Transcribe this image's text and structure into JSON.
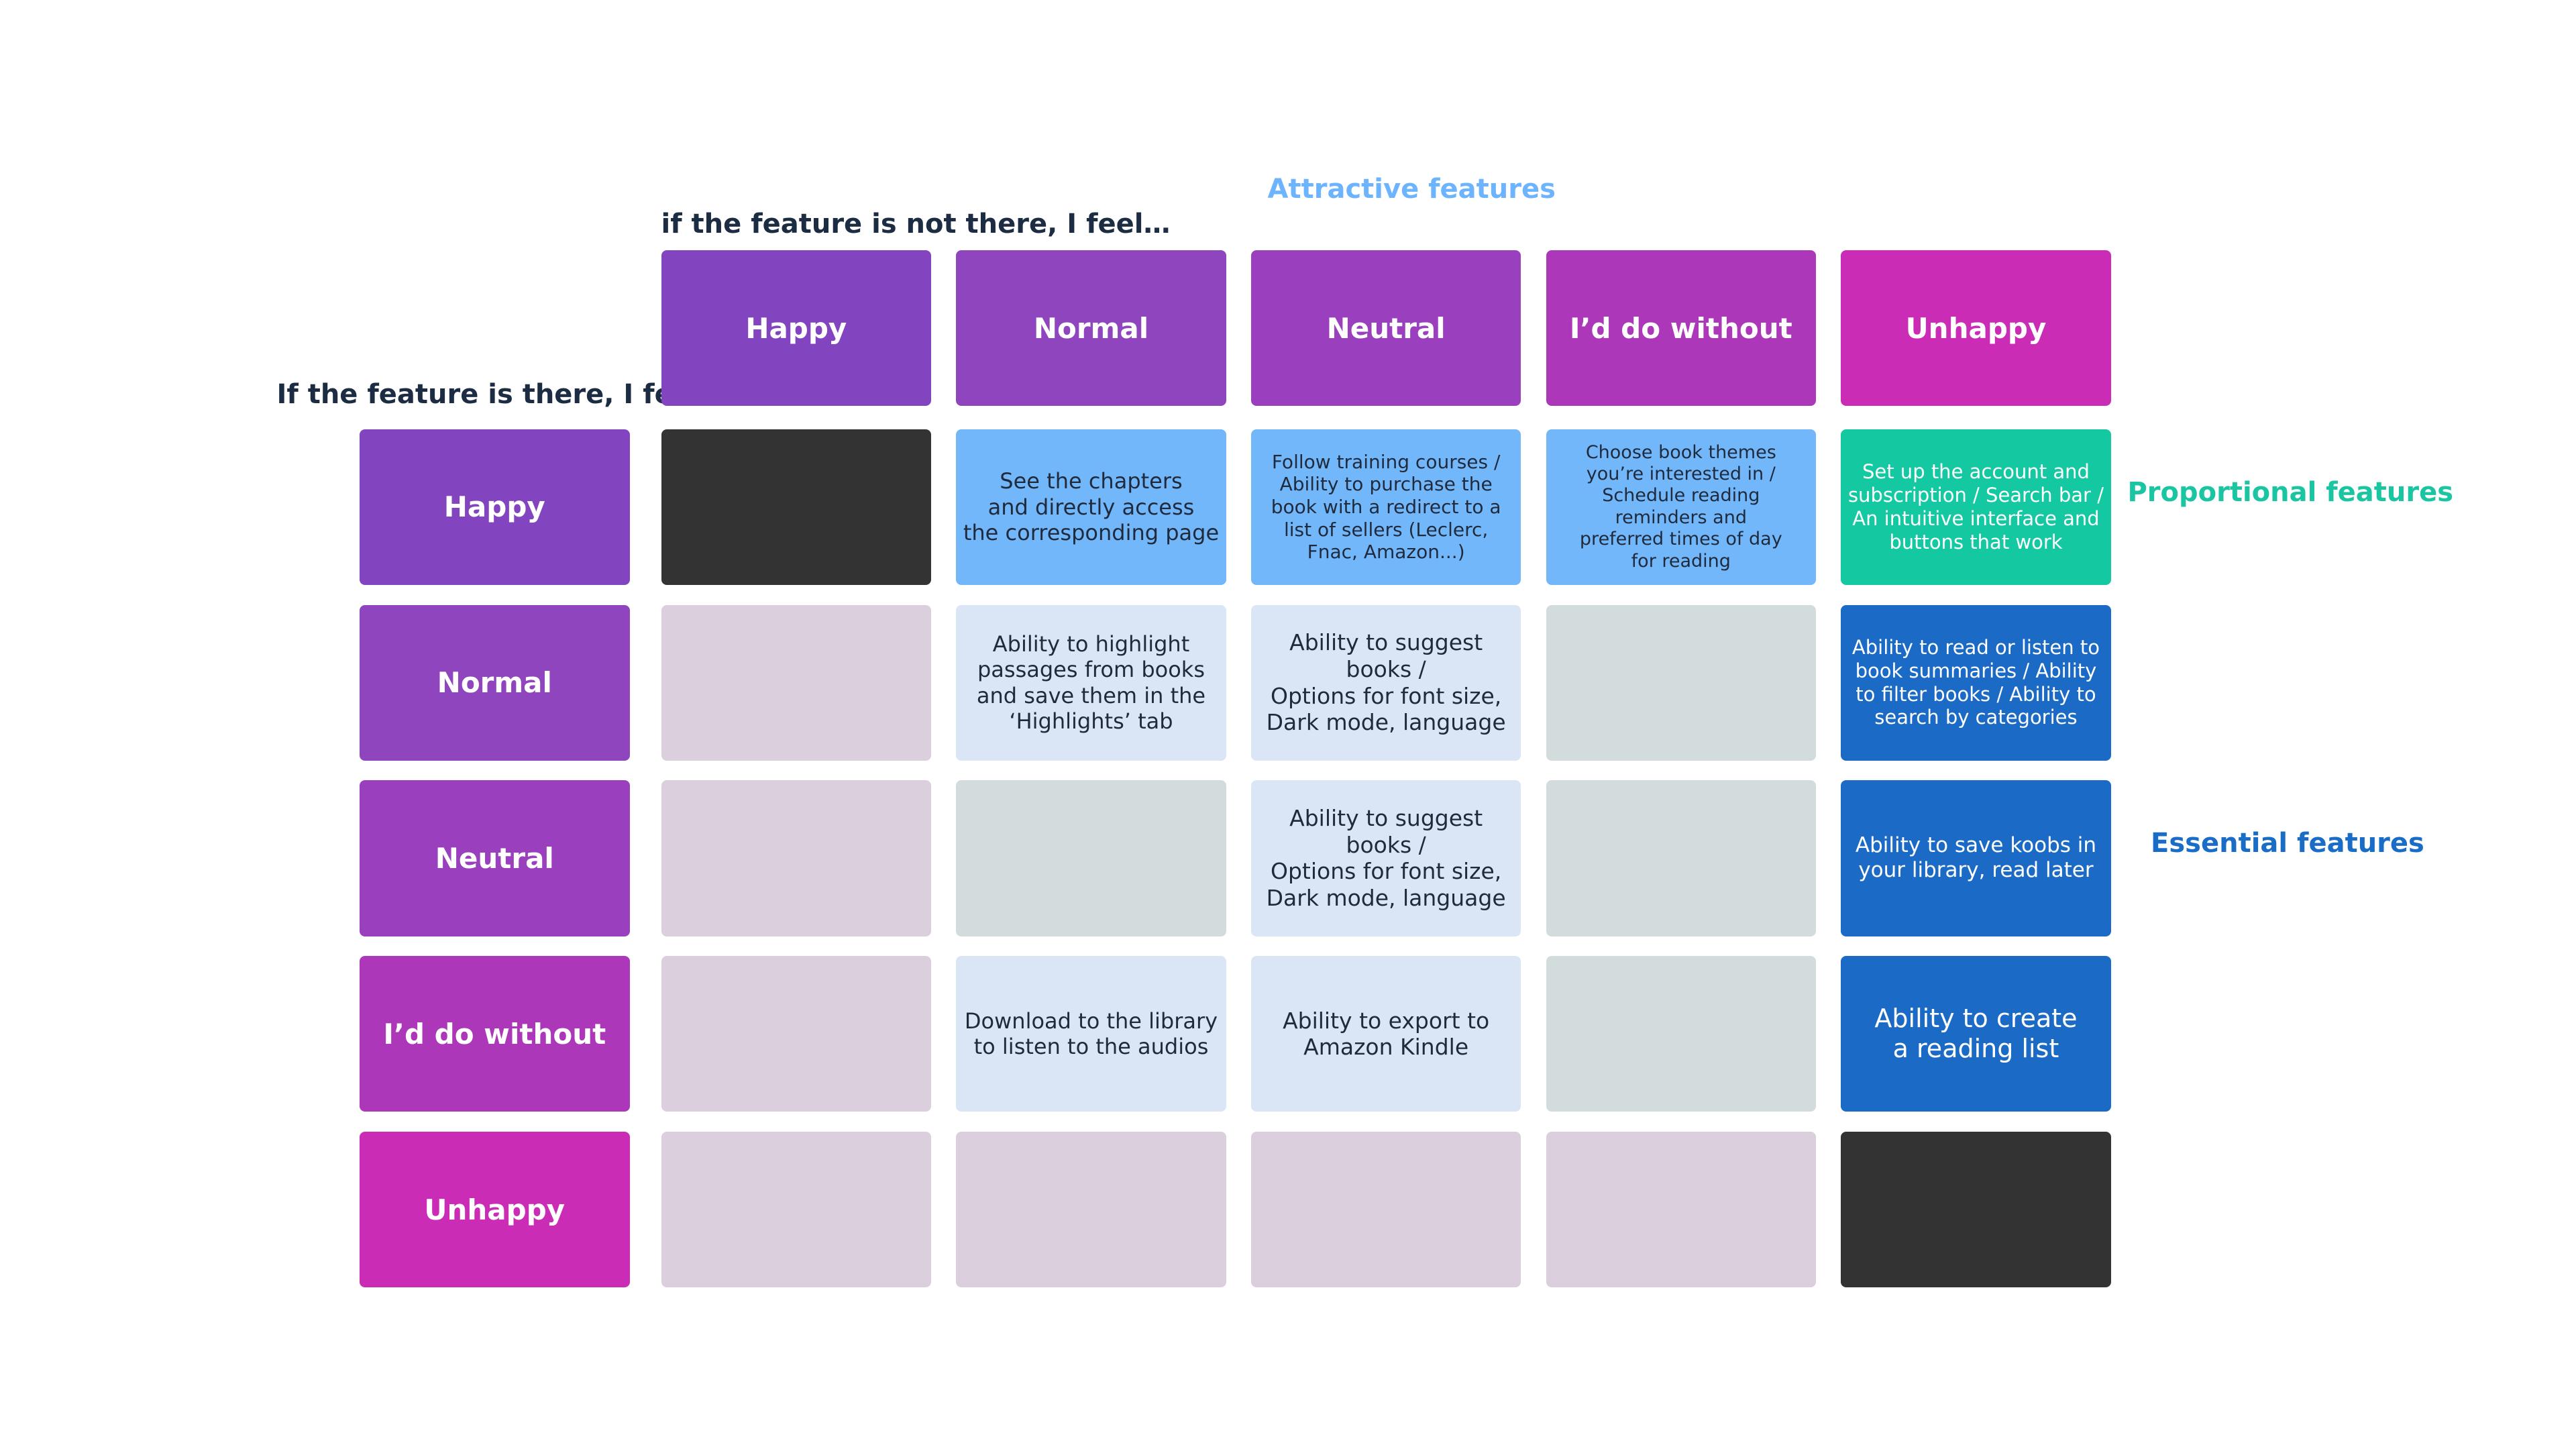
{
  "labels": {
    "attractive": "Attractive features",
    "not_there": "if the feature is not there, I feel…",
    "is_there": "If the feature is there, I feel…",
    "proportional": "Proportional features",
    "essential": "Essential features"
  },
  "columns": [
    "Happy",
    "Normal",
    "Neutral",
    "I’d do without",
    "Unhappy"
  ],
  "rows": [
    "Happy",
    "Normal",
    "Neutral",
    "I’d do without",
    "Unhappy"
  ],
  "cells": [
    [
      "",
      "See the chapters\nand directly access\nthe corresponding page",
      "Follow training courses /\nAbility to purchase the\nbook with a redirect to a\nlist of sellers (Leclerc,\nFnac, Amazon...)",
      "Choose book themes\nyou’re interested in /\nSchedule reading\nreminders and\npreferred times of day\nfor reading",
      "Set up the account and\nsubscription / Search bar /\nAn intuitive interface and\nbuttons that work"
    ],
    [
      "",
      "Ability to highlight\npassages from books\nand  save them in the\n‘Highlights’ tab",
      "Ability to suggest books /\nOptions for font size,\nDark mode, language",
      "",
      "Ability to read or listen to\nbook summaries / Ability\nto filter books / Ability to\nsearch by categories"
    ],
    [
      "",
      "",
      "Ability to suggest books /\nOptions for font size,\nDark mode, language",
      "",
      "Ability to save koobs in\nyour library, read later"
    ],
    [
      "",
      "Download to the library\nto listen to the audios",
      "Ability to export to\nAmazon Kindle",
      "",
      "Ability to create\na reading list"
    ],
    [
      "",
      "",
      "",
      "",
      ""
    ]
  ],
  "colors": {
    "header": [
      "#8245bf",
      "#8e45bd",
      "#9a3fbd",
      "#ad37b9",
      "#cb2cb5"
    ],
    "attractive_text": "#6db4ff",
    "proportional_text": "#19c6a1",
    "essential_text": "#1a6dc7",
    "title_text": "#1c2c42",
    "card_dark": "#333333",
    "card_light_blue": "#73b7fb",
    "card_pale_blue": "#dae6f5",
    "card_pink": "#dbcfdd",
    "card_gray": "#d3dcdc",
    "card_teal": "#14c9a2",
    "card_blue": "#1b6bc6"
  }
}
